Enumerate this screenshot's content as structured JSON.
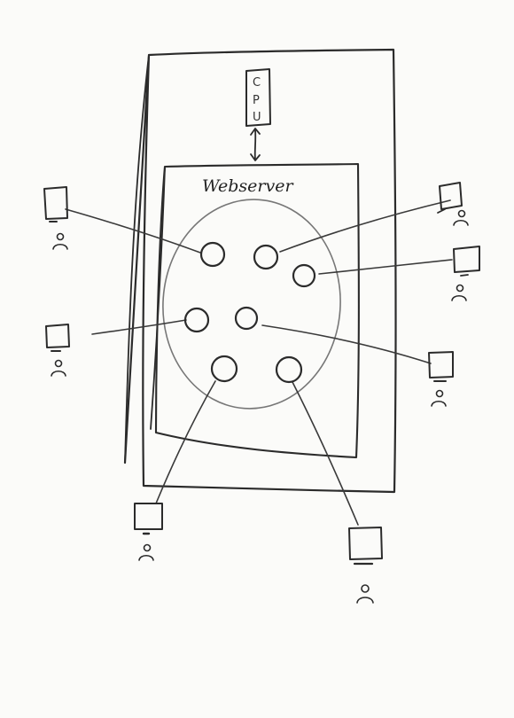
{
  "diagram": {
    "webserver_label": "Webserver",
    "cpu_letters": [
      "C",
      "P",
      "U"
    ],
    "ink_color": "#2b2b2b",
    "background_color": "#fbfbf9"
  }
}
